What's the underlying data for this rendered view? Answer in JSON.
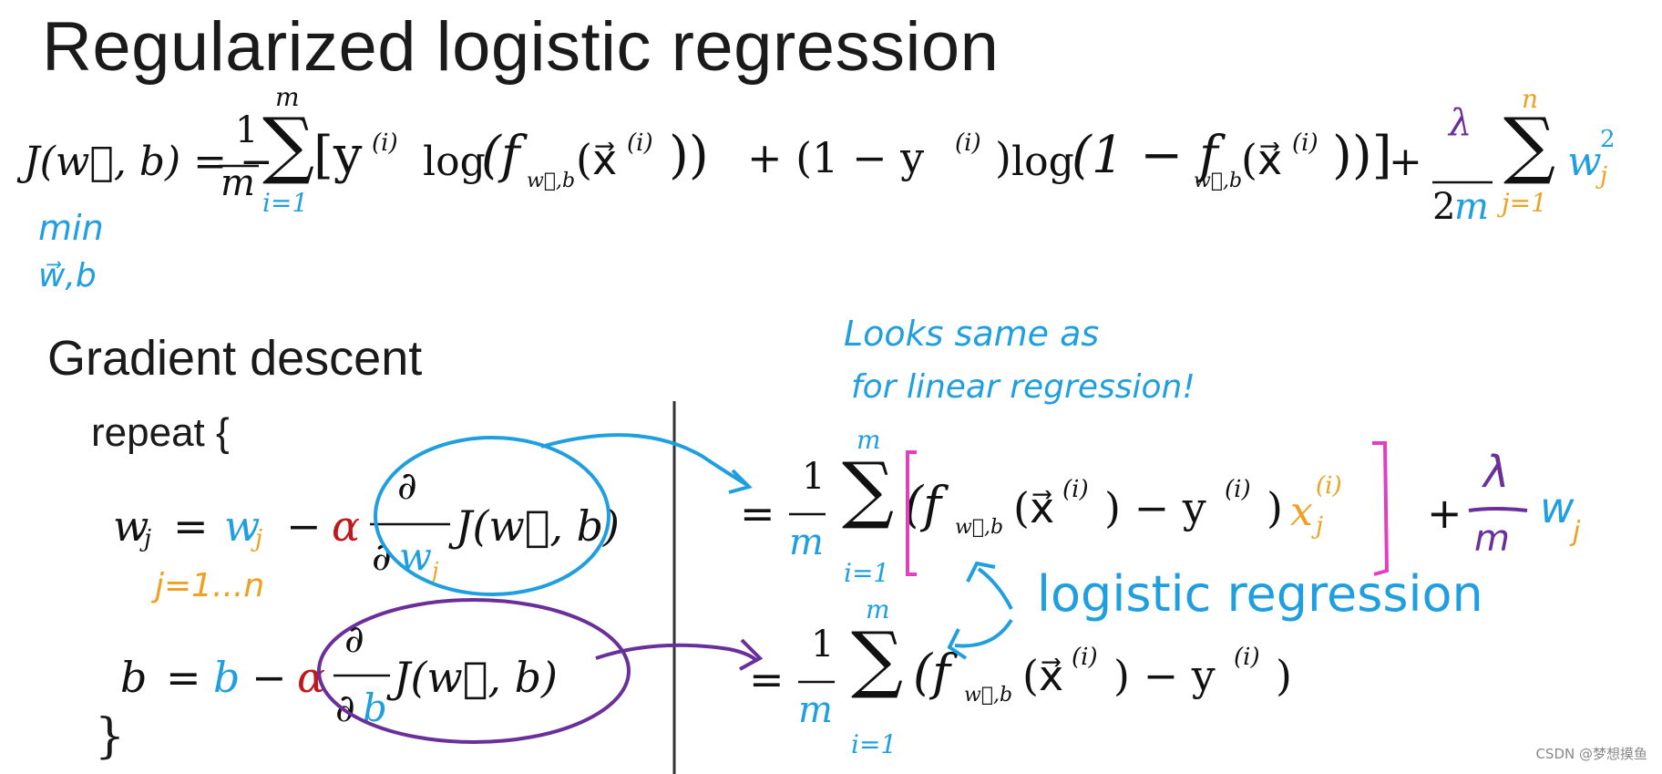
{
  "slide": {
    "title": "Regularized logistic regression",
    "cost": {
      "lhs": "J(w⃗, b) = −",
      "frac_num": "1",
      "frac_den": "m",
      "sum_upper": "m",
      "sum_lower": "i=1",
      "body_open": "[y",
      "sup_i": "(i)",
      "log1": "log",
      "f_args": "(f",
      "fsub": "w⃗,b",
      "xvec": "(x⃗",
      "close_f": "))",
      "plus_one": "+ (1 − y",
      "close_y": ")",
      "log2": "log",
      "one_minus_f": "(1 − f",
      "close_all": "))]",
      "reg_plus": "+",
      "lambda": "λ",
      "two": "2",
      "m_blue": "m",
      "reg_sum_upper": "n",
      "reg_sum_lower": "j=1",
      "w": "w",
      "j_sub": "j",
      "sq": "2"
    },
    "min_label": "min",
    "min_args": "w⃗,b",
    "gradient_title": "Gradient descent",
    "repeat": "repeat {",
    "close_brace": "}",
    "wj_update": {
      "lhs_w": "w",
      "lhs_j": "j",
      "eq": "=",
      "rhs_w": "w",
      "rhs_j": "j",
      "minus": "−",
      "alpha": "α",
      "partial": "∂",
      "den_partial": "∂",
      "den_w": "w",
      "den_j": "j",
      "J": "J(w⃗, b)",
      "range": "j=1...n"
    },
    "b_update": {
      "lhs_b": "b",
      "eq": "=",
      "rhs_b": "b",
      "minus": "−",
      "alpha": "α",
      "partial": "∂",
      "den_partial": "∂",
      "den_b": "b",
      "J": "J(w⃗, b)"
    },
    "grad_w": {
      "eq": "=",
      "frac_num": "1",
      "frac_den": "m",
      "sum_upper": "m",
      "sum_lower": "i=1",
      "body": "(f",
      "fsub": "w⃗,b",
      "x": "(x⃗",
      "sup_i": "(i)",
      "close": ") − y",
      "sup_i2": "(i)",
      "close2": ")",
      "xj": "x",
      "xj_sub": "j",
      "xj_sup": "(i)",
      "reg_plus": "+",
      "lambda": "λ",
      "m": "m",
      "w": "w",
      "j": "j"
    },
    "grad_b": {
      "eq": "=",
      "frac_num": "1",
      "frac_den": "m",
      "sum_upper": "m",
      "sum_lower": "i=1",
      "body": "(f",
      "fsub": "w⃗,b",
      "x": "(x⃗",
      "sup_i": "(i)",
      "close": ") − y",
      "sup_i2": "(i)",
      "close2": ")"
    },
    "note_line1": "Looks same as",
    "note_line2": "for linear regression!",
    "logistic_label": "logistic regression",
    "watermark": "CSDN @梦想摸鱼"
  },
  "colors": {
    "blue": "#1f9fe0",
    "orange": "#f0a020",
    "red": "#c0181c",
    "purple": "#6a2f9a",
    "magenta": "#e040c0",
    "divider": "#333333"
  }
}
